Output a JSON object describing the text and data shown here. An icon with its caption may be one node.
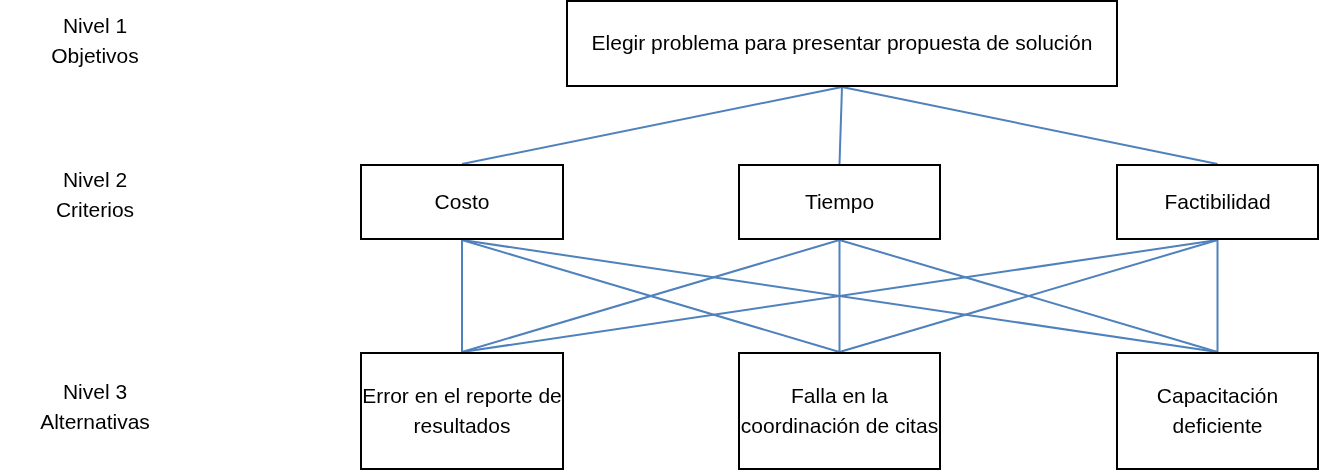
{
  "diagram": {
    "nodes": [
      {
        "text": [
          "Elegir problema para presentar propuesta de solución"
        ]
      },
      {
        "text": [
          "Costo"
        ]
      },
      {
        "text": [
          "Tiempo"
        ]
      },
      {
        "text": [
          "Factibilidad"
        ]
      },
      {
        "text": [
          "Error en el reporte de resultados"
        ]
      },
      {
        "text": [
          "Falla en la coordinación de citas"
        ]
      },
      {
        "text": [
          "Capacitación deficiente"
        ]
      }
    ],
    "edges": [
      {
        "from": 0,
        "to": 1,
        "arrow": "none"
      },
      {
        "from": 0,
        "to": 2,
        "arrow": "none"
      },
      {
        "from": 0,
        "to": 3,
        "arrow": "none"
      },
      {
        "from": 1,
        "to": 4,
        "arrow": "none"
      },
      {
        "from": 1,
        "to": 5,
        "arrow": "none"
      },
      {
        "from": 1,
        "to": 6,
        "arrow": "none"
      },
      {
        "from": 2,
        "to": 4,
        "arrow": "none"
      },
      {
        "from": 2,
        "to": 5,
        "arrow": "none"
      },
      {
        "from": 2,
        "to": 6,
        "arrow": "none"
      },
      {
        "from": 3,
        "to": 4,
        "arrow": "none"
      },
      {
        "from": 3,
        "to": 5,
        "arrow": "none"
      },
      {
        "from": 3,
        "to": 6,
        "arrow": "none"
      }
    ],
    "labels": [
      "Nivel 1",
      "Objetivos",
      "Nivel 2",
      "Criterios",
      "Nivel 3",
      "Alternativas"
    ]
  }
}
